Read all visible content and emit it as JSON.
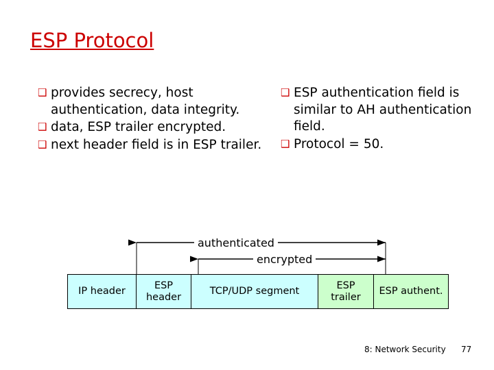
{
  "slide": {
    "title": "ESP Protocol",
    "bullet_glyph": "❑",
    "bullet_color": "#cc0000",
    "left_column": [
      "provides secrecy, host authentication, data integrity.",
      "data, ESP trailer encrypted.",
      "next header field is in ESP trailer."
    ],
    "right_column": [
      "ESP authentication field is similar to AH authentication field.",
      "Protocol = 50."
    ],
    "diagram": {
      "labels": {
        "authenticated": "authenticated",
        "encrypted": "encrypted"
      },
      "boxes": [
        {
          "label": "IP header",
          "color": "#ccffff"
        },
        {
          "label": "ESP header",
          "color": "#ccffff"
        },
        {
          "label": "TCP/UDP segment",
          "color": "#ccffff"
        },
        {
          "label": "ESP trailer",
          "color": "#ccffcc"
        },
        {
          "label": "ESP authent.",
          "color": "#ccffcc"
        }
      ]
    },
    "footer": {
      "section": "8: Network Security",
      "page": "77"
    }
  }
}
